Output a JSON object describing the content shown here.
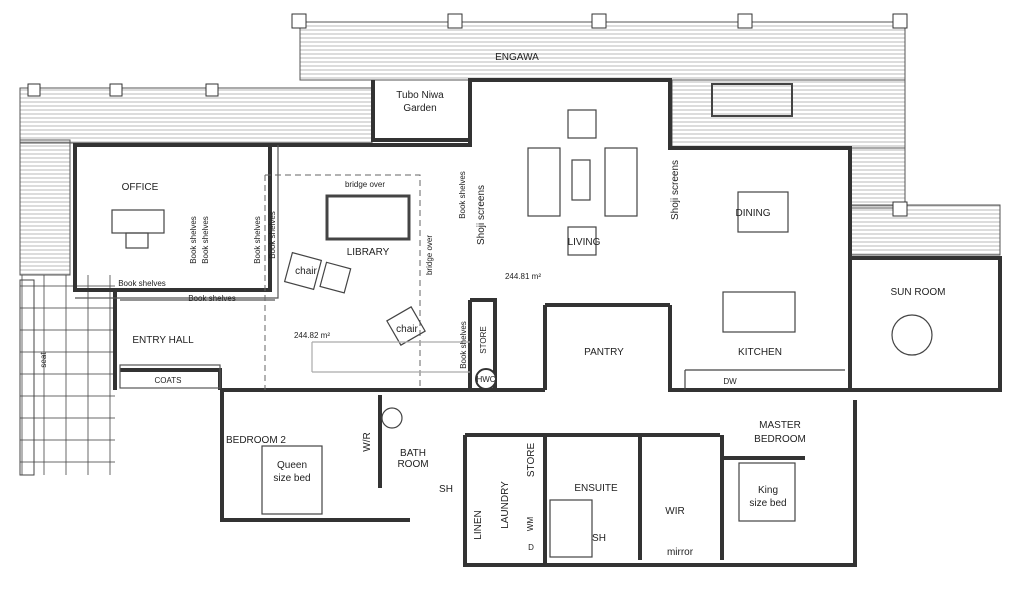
{
  "plan": {
    "engawa": "ENGAWA",
    "garden": [
      "Tubo Niwa",
      "Garden"
    ],
    "office": "OFFICE",
    "book_shelves": "Book shelves",
    "bridge_over": "bridge over",
    "library": "LIBRARY",
    "chair": "chair",
    "entry_hall": "ENTRY HALL",
    "coats": "COATS",
    "area_library": "244.82 m²",
    "area_living": "244.81 m²",
    "store": "STORE",
    "hwc": "HWC",
    "shoji_screens": "Shoji screens",
    "living": "LIVING",
    "dining": "DINING",
    "sun_room": "SUN ROOM",
    "pantry": "PANTRY",
    "kitchen": "KITCHEN",
    "dw": "DW",
    "master_bedroom": [
      "MASTER",
      "BEDROOM"
    ],
    "bedroom2": "BEDROOM 2",
    "queen_bed": [
      "Queen",
      "size bed"
    ],
    "wr": "W/R",
    "bathroom": [
      "BATH",
      "ROOM"
    ],
    "sh": "SH",
    "linen": "LINEN",
    "laundry": "LAUNDRY",
    "wm": "WM",
    "dryer": "D",
    "ensuite": "ENSUITE",
    "wir": "WIR",
    "mirror": "mirror",
    "king_bed": [
      "King",
      "size bed"
    ],
    "seat": "seat"
  }
}
